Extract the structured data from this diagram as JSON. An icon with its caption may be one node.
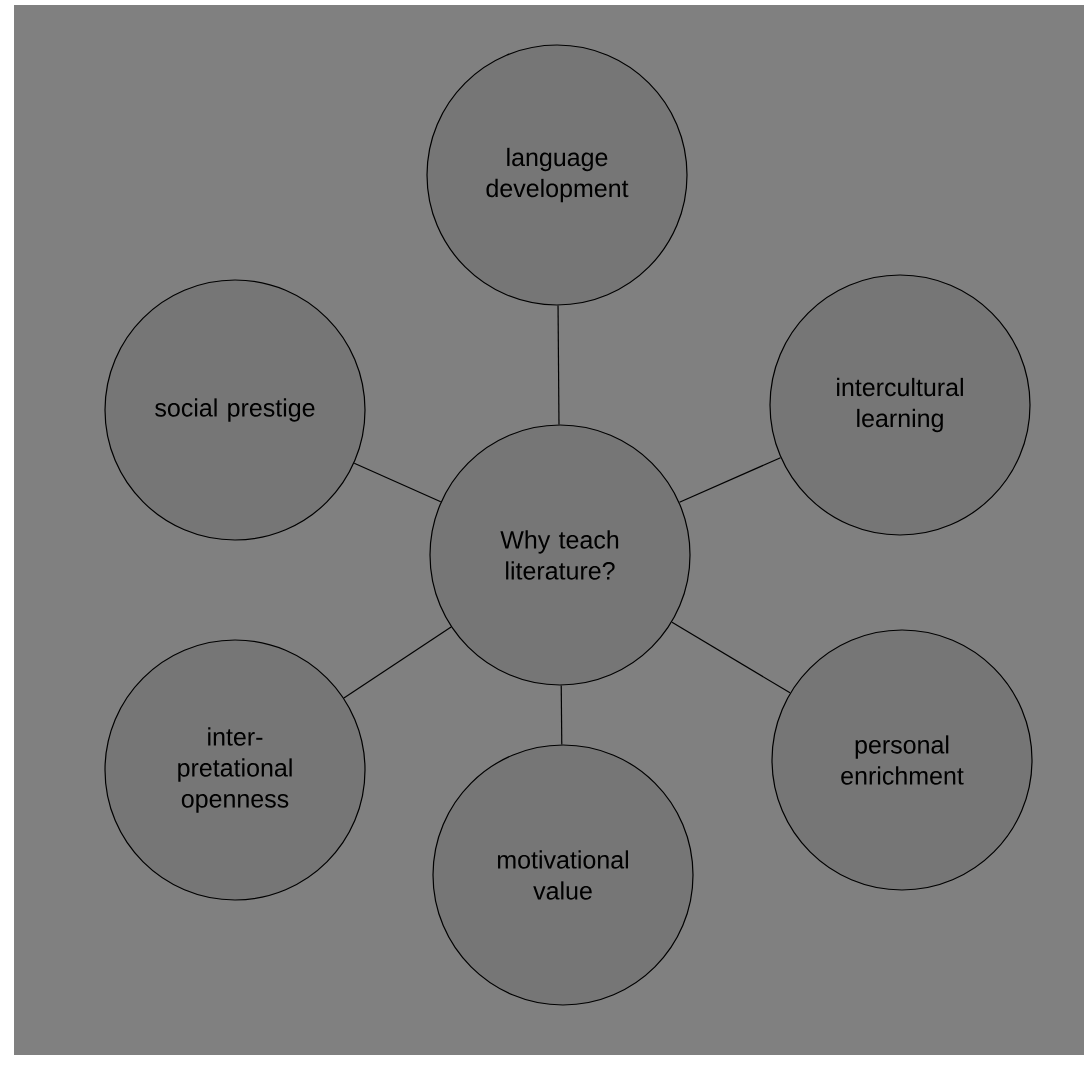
{
  "diagram": {
    "nodes": [
      {
        "text": [
          "Why teach literature?"
        ]
      },
      {
        "text": [
          "language development"
        ]
      },
      {
        "text": [
          "social prestige"
        ]
      },
      {
        "text": [
          "intercultural learning"
        ]
      },
      {
        "text": [
          "inter- pretational openness"
        ]
      },
      {
        "text": [
          "personal enrichment"
        ]
      },
      {
        "text": [
          "motivational value"
        ]
      }
    ],
    "edges": [
      {
        "from": 0,
        "to": 1,
        "arrow": "none"
      },
      {
        "from": 0,
        "to": 2,
        "arrow": "none"
      },
      {
        "from": 0,
        "to": 3,
        "arrow": "none"
      },
      {
        "from": 0,
        "to": 4,
        "arrow": "none"
      },
      {
        "from": 0,
        "to": 5,
        "arrow": "none"
      },
      {
        "from": 0,
        "to": 6,
        "arrow": "none"
      }
    ]
  }
}
